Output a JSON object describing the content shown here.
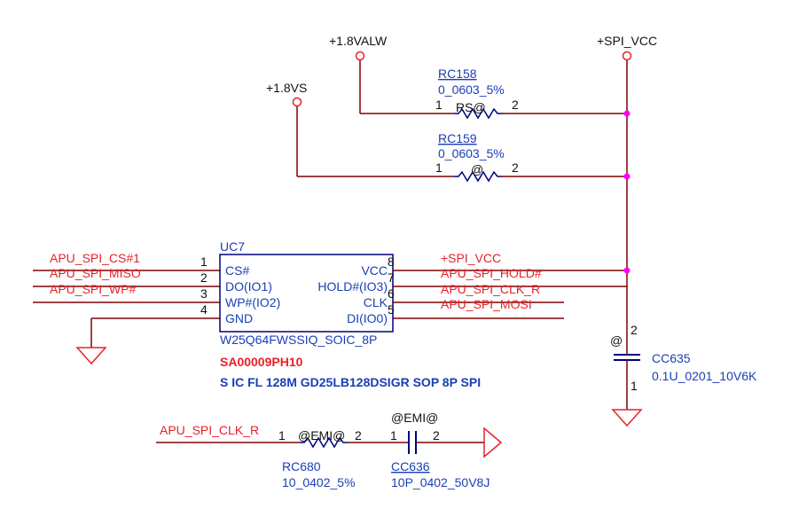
{
  "colors": {
    "wire": "#800000",
    "component": "#000080",
    "label": "#111111",
    "net_label": "#e8202a",
    "part_text": "#1a3fb5",
    "junction": "#ff00ff",
    "power": "#e8202a"
  },
  "power": {
    "v18valw": "+1.8VALW",
    "spi_vcc_top": "+SPI_VCC",
    "v18vs": "+1.8VS"
  },
  "rc158": {
    "ref": "RC158",
    "value": "0_0603_5%",
    "pin1": "1",
    "pin2": "2",
    "tag": "RS@"
  },
  "rc159": {
    "ref": "RC159",
    "value": "0_0603_5%",
    "pin1": "1",
    "pin2": "2",
    "tag": "@"
  },
  "uc7": {
    "ref": "UC7",
    "part": "W25Q64FWSSIQ_SOIC_8P",
    "sap": "SA00009PH10",
    "desc": "S IC FL 128M GD25LB128DSIGR SOP 8P SPI",
    "pins_left": [
      {
        "num": "1",
        "name": "CS#"
      },
      {
        "num": "2",
        "name": "DO(IO1)"
      },
      {
        "num": "3",
        "name": "WP#(IO2)"
      },
      {
        "num": "4",
        "name": "GND"
      }
    ],
    "pins_right": [
      {
        "num": "8",
        "name": "VCC"
      },
      {
        "num": "7",
        "name": "HOLD#(IO3)"
      },
      {
        "num": "6",
        "name": "CLK"
      },
      {
        "num": "5",
        "name": "DI(IO0)"
      }
    ]
  },
  "nets_left": [
    "APU_SPI_CS#1",
    "APU_SPI_MISO",
    "APU_SPI_WP#"
  ],
  "nets_right": [
    "+SPI_VCC",
    "APU_SPI_HOLD#",
    "APU_SPI_CLK_R",
    "APU_SPI_MOSI"
  ],
  "cc635": {
    "ref": "CC635",
    "value": "0.1U_0201_10V6K",
    "pin1": "1",
    "pin2": "2",
    "tag": "@"
  },
  "bottom": {
    "net": "APU_SPI_CLK_R",
    "rc680": {
      "ref": "RC680",
      "value": "10_0402_5%",
      "pin1": "1",
      "pin2": "2",
      "tag": "@EMI@"
    },
    "cc636": {
      "ref": "CC636",
      "value": "10P_0402_50V8J",
      "pin1": "1",
      "pin2": "2",
      "tag": "@EMI@"
    }
  }
}
